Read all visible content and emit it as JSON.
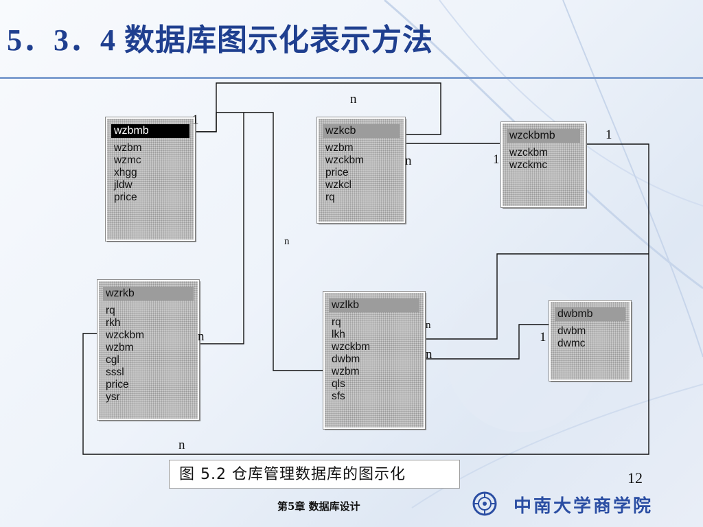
{
  "slide": {
    "title": "5．3．4 数据库图示化表示方法",
    "page_number": "12",
    "chapter_footer": "第5章  数据库设计",
    "school_name": "中南大学商学院"
  },
  "figure": {
    "caption": "图 5.2  仓库管理数据库的图示化"
  },
  "tables": [
    {
      "name": "wzbmb",
      "fields": [
        "wzbm",
        "wzmc",
        "xhgg",
        "jldw",
        "price"
      ]
    },
    {
      "name": "wzkcb",
      "fields": [
        "wzbm",
        "wzckbm",
        "price",
        "wzkcl",
        "rq"
      ]
    },
    {
      "name": "wzckbmb",
      "fields": [
        "wzckbm",
        "wzckmc"
      ]
    },
    {
      "name": "wzrkb",
      "fields": [
        "rq",
        "rkh",
        "wzckbm",
        "wzbm",
        "cgl",
        "sssl",
        "price",
        "ysr"
      ]
    },
    {
      "name": "wzlkb",
      "fields": [
        "rq",
        "lkh",
        "wzckbm",
        "dwbm",
        "wzbm",
        "qls",
        "sfs"
      ]
    },
    {
      "name": "dwbmb",
      "fields": [
        "dwbm",
        "dwmc"
      ]
    }
  ],
  "cardinalities": {
    "wzbmb_side": "1",
    "wzkcb_top": "n",
    "wzkcb_right": "n",
    "wzckbmb_left": "1",
    "wzckbmb_right": "1",
    "middle_n": "n",
    "wzrkb_right": "n",
    "wzlkb_right_upper": "n",
    "wzlkb_right_lower": "n",
    "dwbmb_left": "1",
    "bottom_n": "n"
  }
}
